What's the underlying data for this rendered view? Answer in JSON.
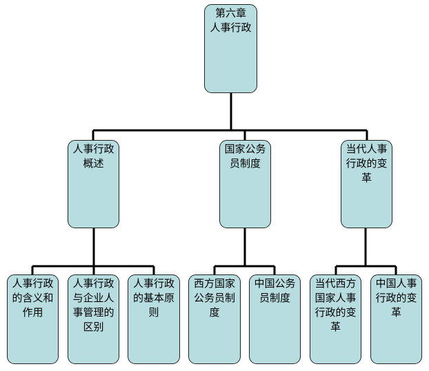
{
  "colors": {
    "node_fill": "#b8dde0",
    "node_border": "#222222",
    "connector": "#000000",
    "background": "#ffffff"
  },
  "root": {
    "label": "第六章\n人事行政"
  },
  "level1": [
    {
      "label": "人事行政\n概述",
      "children": [
        {
          "label": "人事行政\n的含义和\n作用"
        },
        {
          "label": "人事行政\n与企业人\n事管理的\n区别"
        },
        {
          "label": "人事行政\n的基本原\n则"
        }
      ]
    },
    {
      "label": "国家公务\n员制度",
      "children": [
        {
          "label": "西方国家\n公务员制\n度"
        },
        {
          "label": "中国公务\n员制度"
        }
      ]
    },
    {
      "label": "当代人事\n行政的变\n革",
      "children": [
        {
          "label": "当代西方\n国家人事\n行政的变\n革"
        },
        {
          "label": "中国人事\n行政的变\n革"
        }
      ]
    }
  ]
}
